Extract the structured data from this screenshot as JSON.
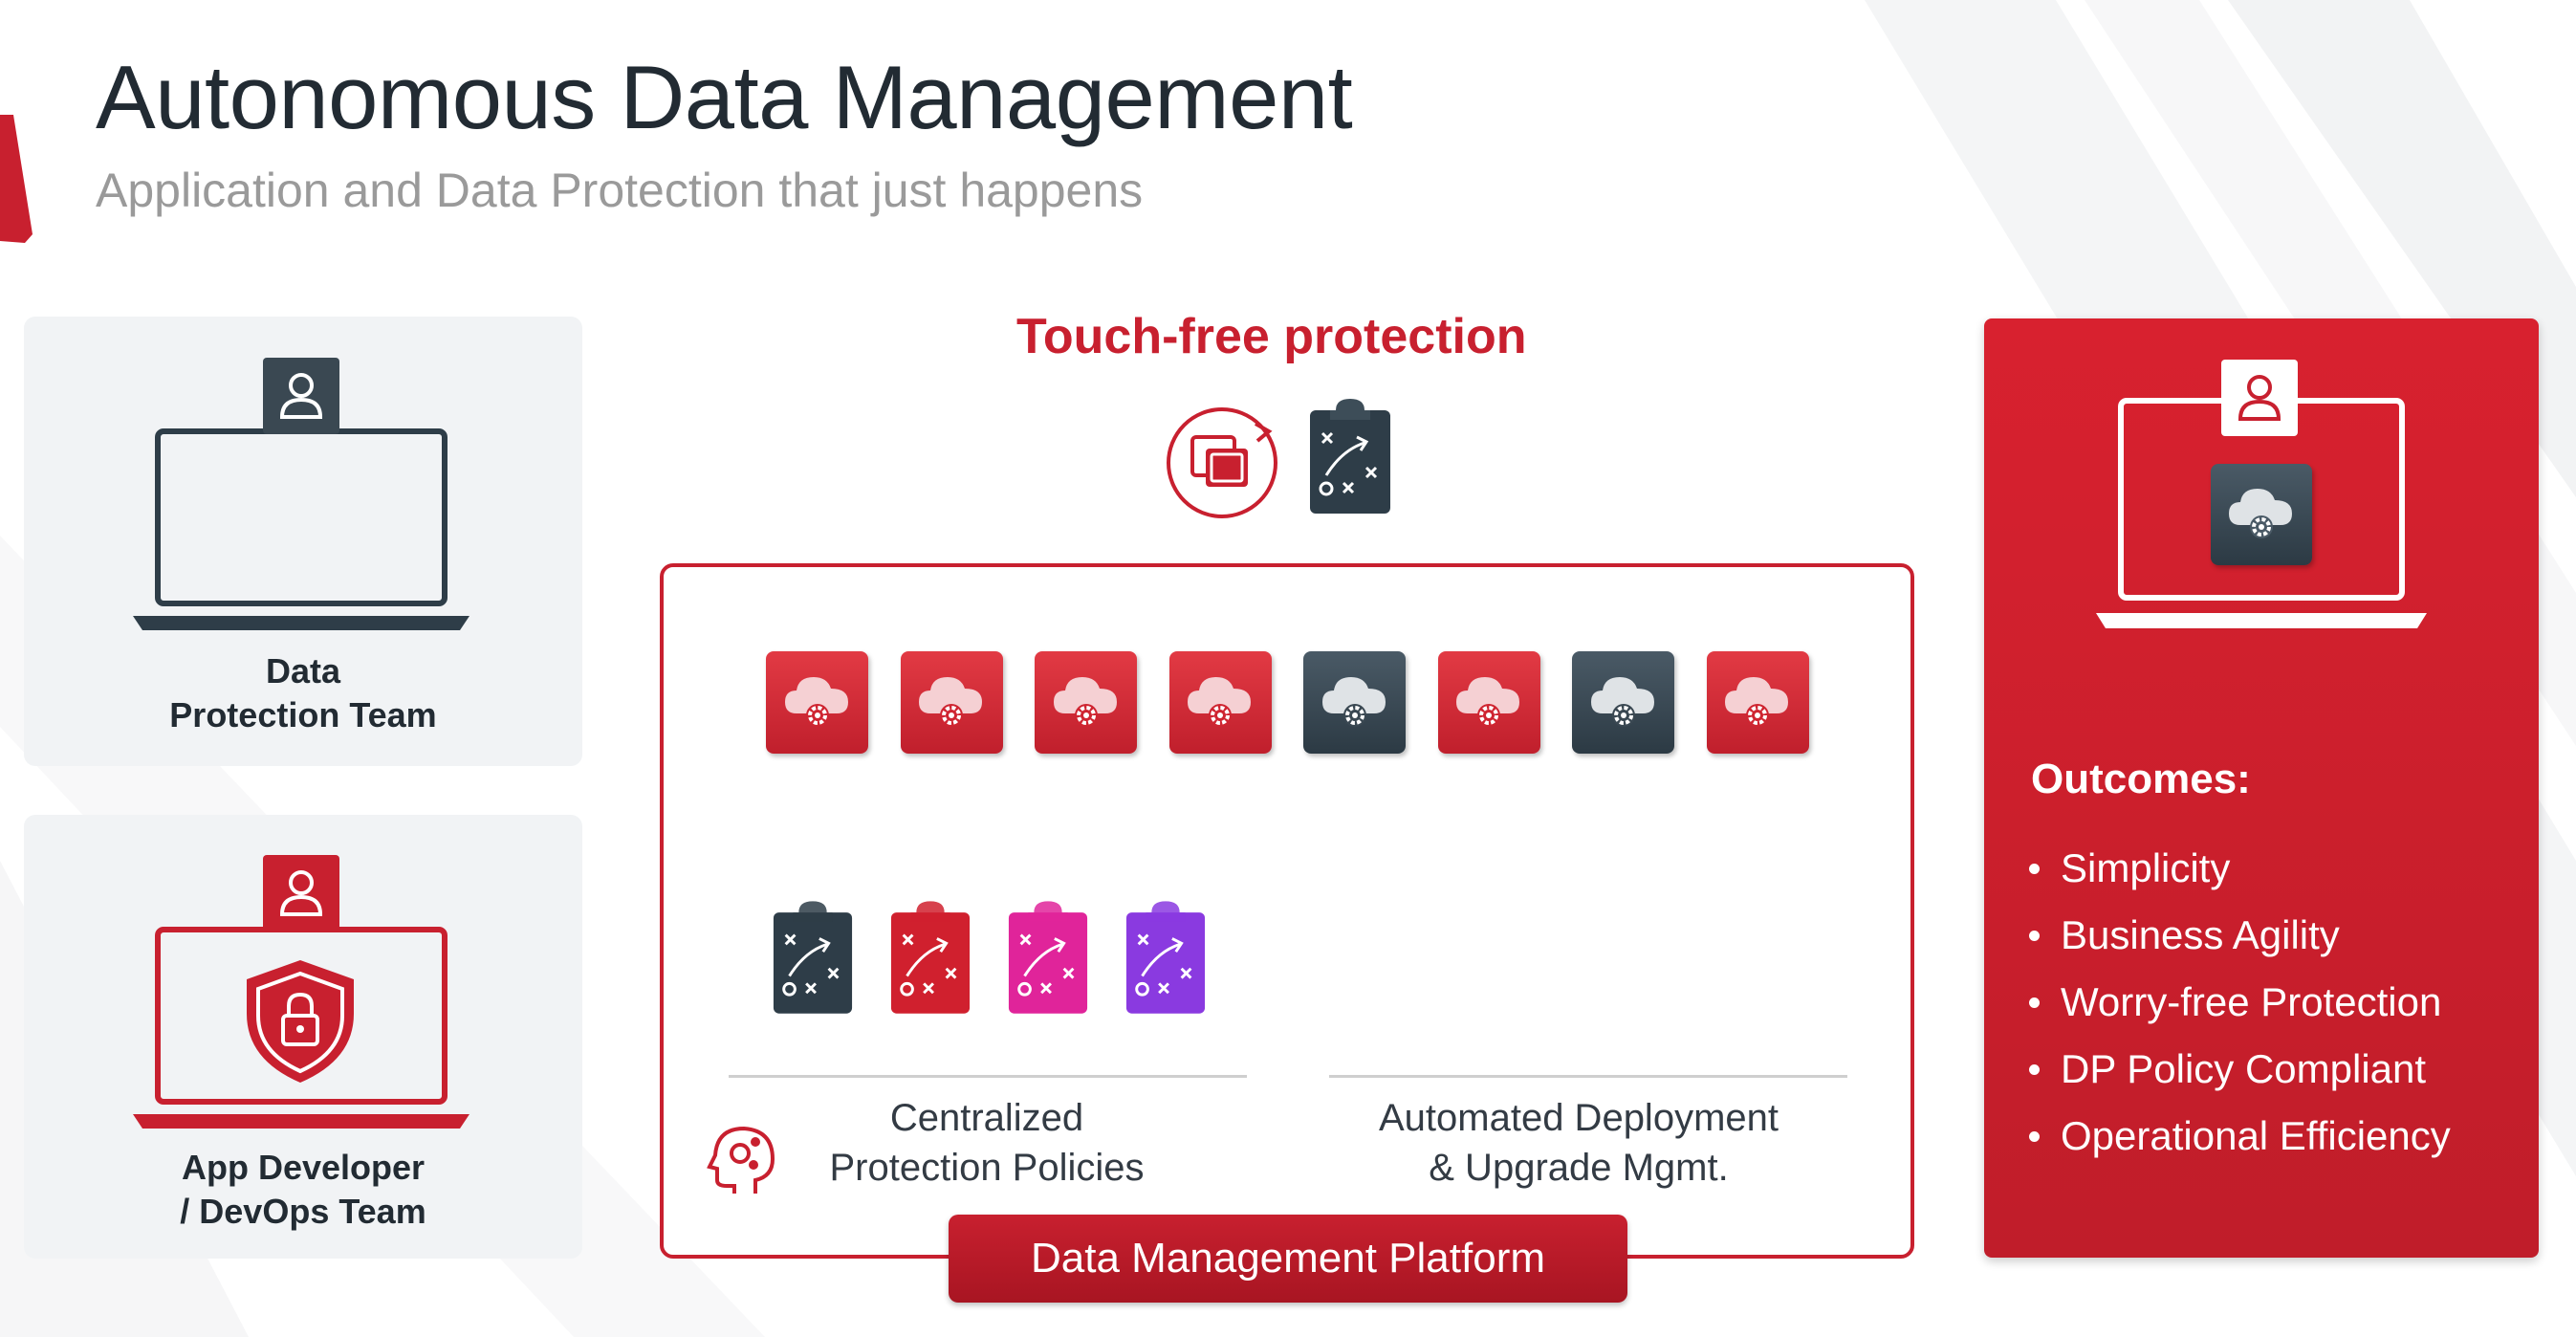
{
  "slide": {
    "title": "Autonomous Data Management",
    "subtitle": "Application and Data Protection that just happens"
  },
  "teams": {
    "data_protection": "Data\nProtection Team",
    "app_developer": "App Developer\n/ DevOps Team"
  },
  "center": {
    "touch_free_title": "Touch-free protection",
    "cloud_tiles": [
      "red",
      "red",
      "red",
      "red",
      "dark",
      "red",
      "dark",
      "red"
    ],
    "policy_clipboards": [
      "#2e3d48",
      "#d0202e",
      "#e0249a",
      "#8a3ae0"
    ],
    "caption_left": "Centralized\nProtection Policies",
    "caption_right": "Automated Deployment\n& Upgrade Mgmt.",
    "platform_button": "Data Management Platform"
  },
  "outcomes": {
    "title": "Outcomes:",
    "items": [
      "Simplicity",
      "Business Agility",
      "Worry-free Protection",
      "DP Policy Compliant",
      "Operational Efficiency"
    ]
  },
  "colors": {
    "brand_red": "#c8202f",
    "dark_slate": "#2e3d48",
    "text_dark": "#222b33",
    "text_gray": "#9a9a9a"
  },
  "icons": {
    "title_accent": "red-slash-accent",
    "rotate_copy": "rotate-copy-icon",
    "clipboard": "playbook-clipboard-icon",
    "cloud_gear": "cloud-gear-icon",
    "head_gears": "head-gears-icon",
    "shield_lock": "shield-lock-icon",
    "user": "user-icon",
    "laptop": "laptop-icon"
  }
}
